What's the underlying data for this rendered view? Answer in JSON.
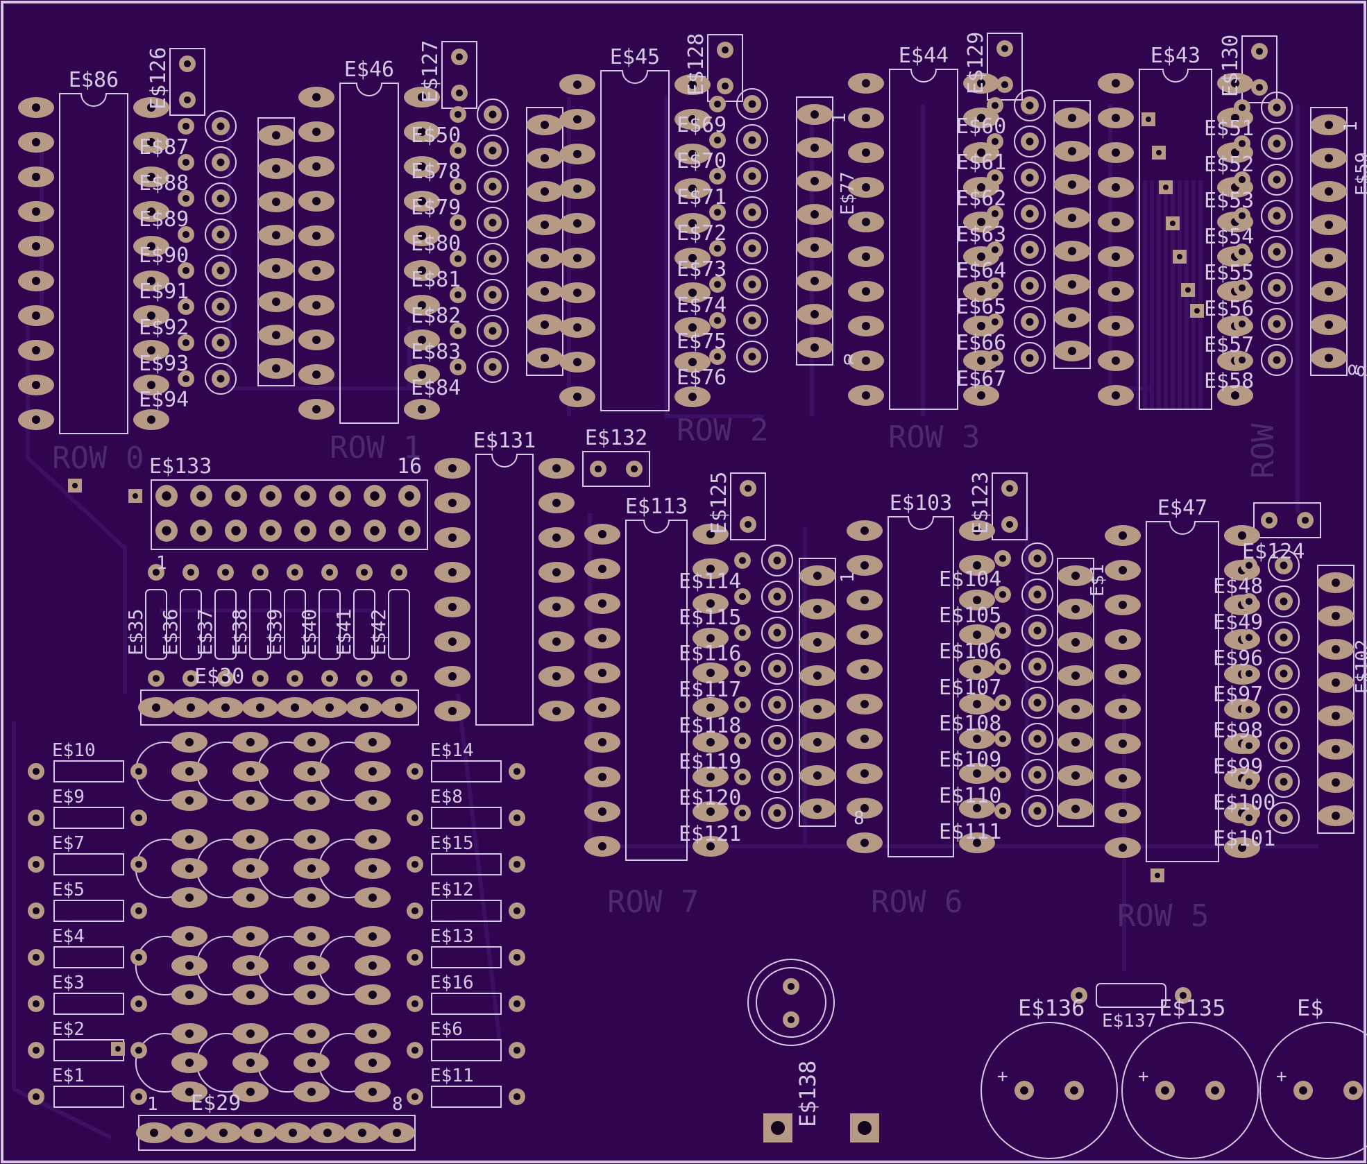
{
  "board": {
    "background": "#2f0550",
    "silk_color": "#d6c8e4",
    "pad_color": "#b59a86",
    "hole_color": "#15061f",
    "trace_color": "#3b1062",
    "ghost_color": "#4b2a6e"
  },
  "labels": {
    "chips": [
      "E$86",
      "E$46",
      "E$45",
      "E$44",
      "E$43",
      "E$131",
      "E$113",
      "E$103",
      "E$47"
    ],
    "caps": [
      "E$126",
      "E$127",
      "E$128",
      "E$129",
      "E$130",
      "E$125",
      "E$123",
      "E$124",
      "E$132"
    ],
    "header": "E$133",
    "header_pin_16": "16",
    "header_pin_1": "1",
    "resistors_bottom": [
      "E$35",
      "E$36",
      "E$37",
      "E$38",
      "E$39",
      "E$40",
      "E$41",
      "E$42"
    ],
    "resistors_left": [
      "E$10",
      "E$9",
      "E$7",
      "E$5",
      "E$4",
      "E$3",
      "E$2",
      "E$1"
    ],
    "resistors_right": [
      "E$14",
      "E$8",
      "E$15",
      "E$12",
      "E$13",
      "E$16",
      "E$6",
      "E$11"
    ],
    "connector_left": "E$30",
    "connector_bottom": "E$29",
    "connector_bottom_1": "1",
    "connector_bottom_8": "8",
    "pot": "E$138",
    "elcaps": [
      "E$136",
      "E$135",
      "E$"
    ],
    "small_res": "E$137",
    "elcap_plus": "+",
    "rows": [
      "ROW 0",
      "ROW 1",
      "ROW 2",
      "ROW 3",
      "ROW 7",
      "ROW 6",
      "ROW 5",
      "ROW"
    ],
    "led_groups": [
      [
        "E$87",
        "E$88",
        "E$89",
        "E$90",
        "E$91",
        "E$92",
        "E$93",
        "E$94"
      ],
      [
        "E$50",
        "E$78",
        "E$79",
        "E$80",
        "E$81",
        "E$82",
        "E$83",
        "E$84"
      ],
      [
        "E$69",
        "E$70",
        "E$71",
        "E$72",
        "E$73",
        "E$74",
        "E$75",
        "E$76"
      ],
      [
        "E$60",
        "E$61",
        "E$62",
        "E$63",
        "E$64",
        "E$65",
        "E$66",
        "E$67"
      ],
      [
        "E$51",
        "E$52",
        "E$53",
        "E$54",
        "E$55",
        "E$56",
        "E$57",
        "E$58"
      ],
      [
        "E$114",
        "E$115",
        "E$116",
        "E$117",
        "E$118",
        "E$119",
        "E$120",
        "E$121"
      ],
      [
        "E$104",
        "E$105",
        "E$106",
        "E$107",
        "E$108",
        "E$109",
        "E$110",
        "E$111"
      ],
      [
        "E$48",
        "E$49",
        "E$96",
        "E$97",
        "E$98",
        "E$99",
        "E$100",
        "E$101"
      ]
    ],
    "side_fragments": [
      "E$77",
      "1",
      "α",
      "α",
      "E$59",
      "1",
      "α",
      "E$102",
      "8",
      "1",
      "E$1"
    ]
  }
}
